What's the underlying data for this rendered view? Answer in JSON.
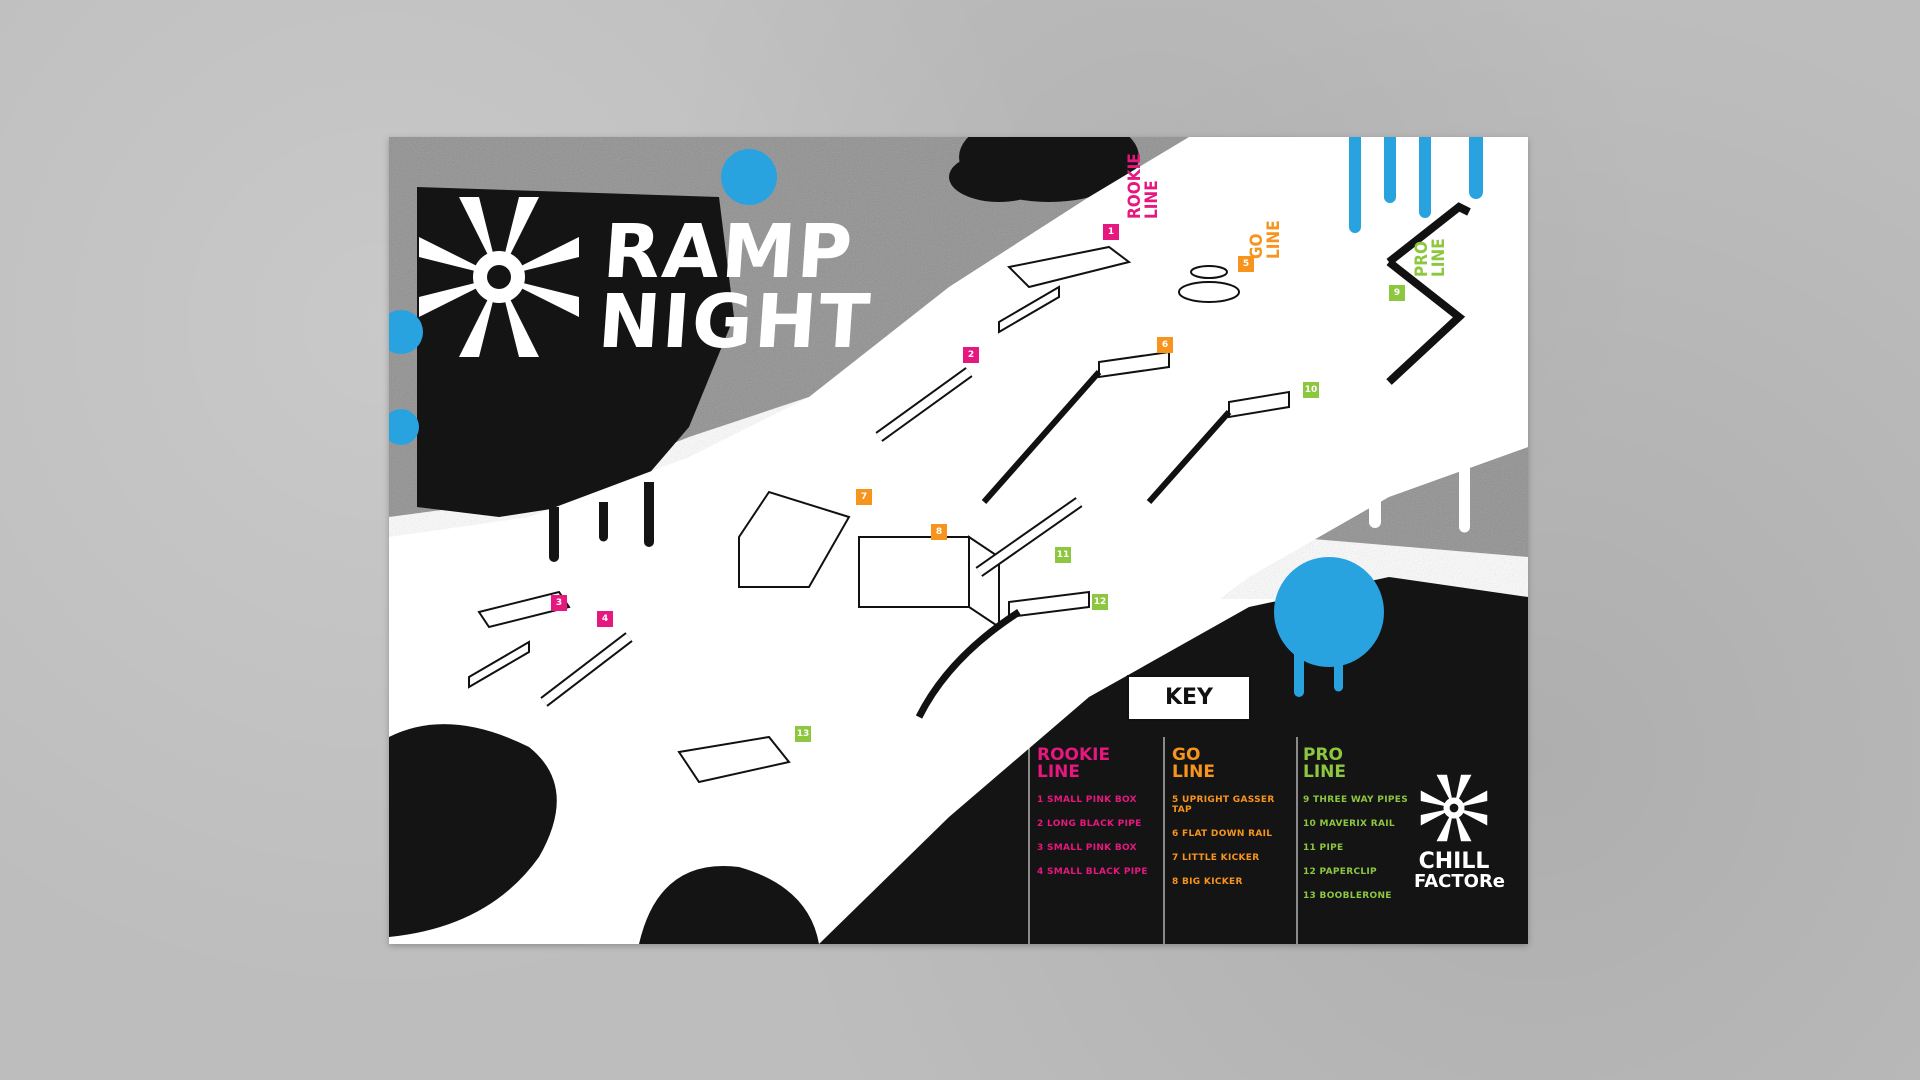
{
  "poster": {
    "title_line1": "RAMP",
    "title_line2": "NIGHT",
    "colors": {
      "rookie": "#e6177f",
      "go": "#f7941d",
      "pro": "#8dc63f",
      "blue": "#29a3e0",
      "black": "#141414"
    },
    "lines": {
      "rookie": "ROOKIE\nLINE",
      "go": "GO\nLINE",
      "pro": "PRO\nLINE"
    },
    "markers": [
      "1",
      "2",
      "3",
      "4",
      "5",
      "6",
      "7",
      "8",
      "9",
      "10",
      "11",
      "12",
      "13"
    ],
    "key": {
      "label": "KEY",
      "rookie": {
        "header": "ROOKIE\nLINE",
        "items": [
          "1 SMALL PINK BOX",
          "2 LONG BLACK PIPE",
          "3 SMALL PINK BOX",
          "4 SMALL BLACK PIPE"
        ]
      },
      "go": {
        "header": "GO\nLINE",
        "items": [
          "5 UPRIGHT GASSER TAP",
          "6 FLAT DOWN RAIL",
          "7 LITTLE KICKER",
          "8 BIG KICKER"
        ]
      },
      "pro": {
        "header": "PRO\nLINE",
        "items": [
          "9 THREE WAY PIPES",
          "10 MAVERIX RAIL",
          "11 PIPE",
          "12 PAPERCLIP",
          "13 BOOBLERONE"
        ]
      }
    },
    "logo": {
      "line1": "CHILL",
      "line2": "FACTORe",
      "icon": "snowflake-burst-icon"
    }
  }
}
